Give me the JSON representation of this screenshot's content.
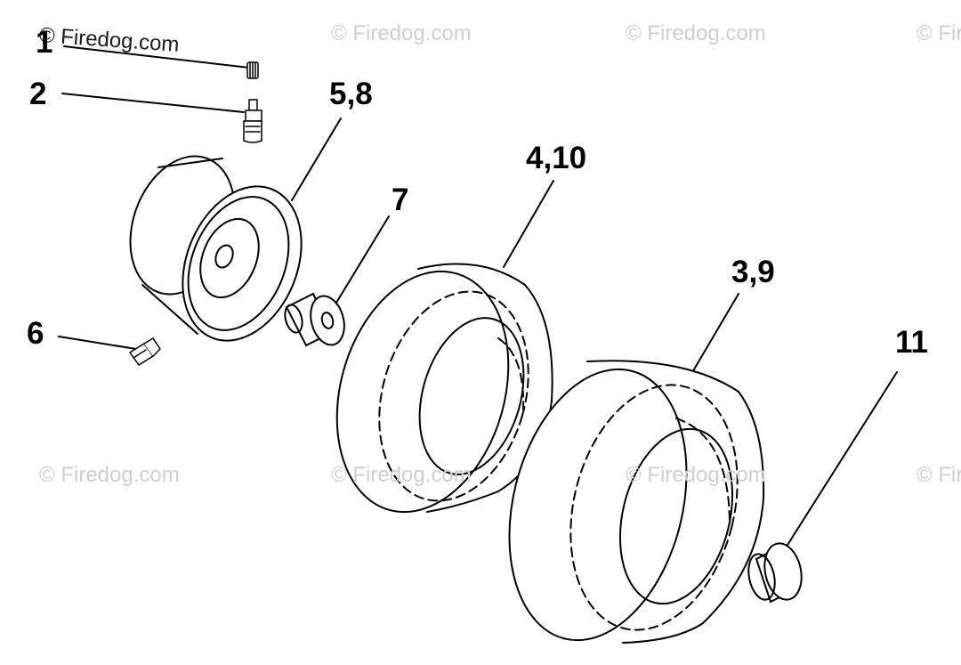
{
  "callouts": {
    "c1": "1",
    "c2": "2",
    "c58": "5,8",
    "c7": "7",
    "c410": "4,10",
    "c39": "3,9",
    "c6": "6",
    "c11": "11"
  },
  "watermark": "© Firedog.com",
  "colors": {
    "ink": "#000000",
    "watermark": "#cfcfcf"
  }
}
